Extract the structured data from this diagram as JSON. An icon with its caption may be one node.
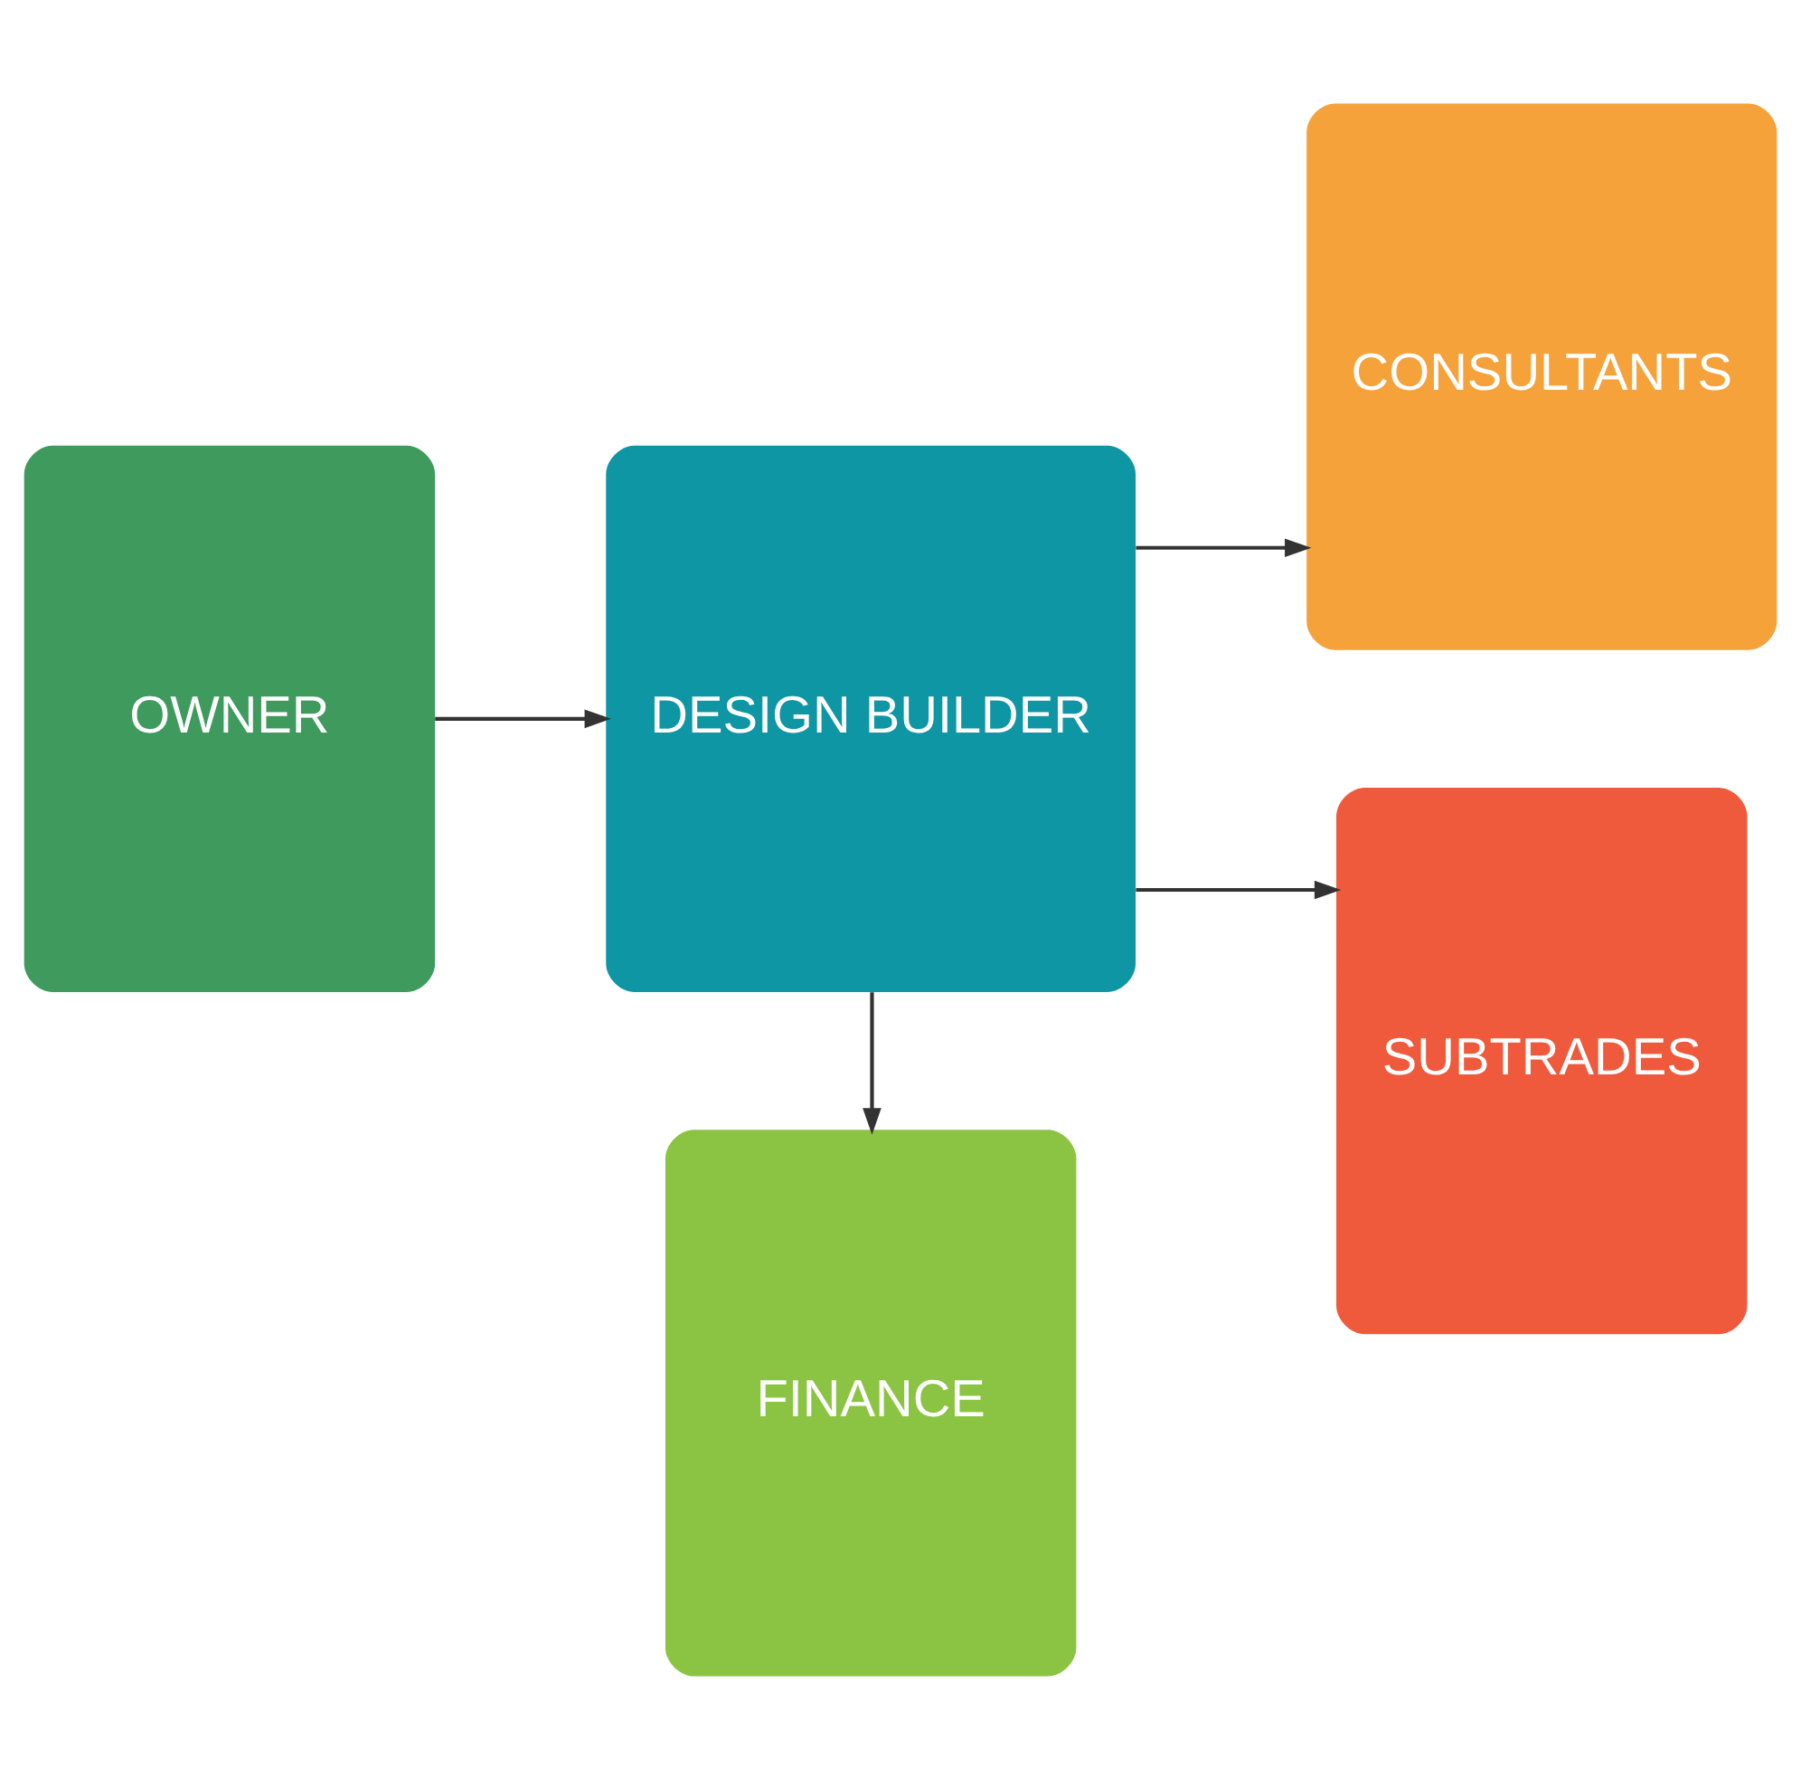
{
  "diagram": {
    "nodes": [
      {
        "text": [
          "OWNER"
        ]
      },
      {
        "text": [
          "DESIGN BUILDER"
        ]
      },
      {
        "text": [
          "FINANCE"
        ]
      },
      {
        "text": [
          "CONSULTANTS"
        ]
      },
      {
        "text": [
          "SUBTRADES"
        ]
      }
    ],
    "edges": [
      {
        "from": 0,
        "to": 1,
        "arrow": "to"
      },
      {
        "from": 1,
        "to": 2,
        "arrow": "to"
      },
      {
        "from": 1,
        "to": 3,
        "arrow": "to"
      },
      {
        "from": 1,
        "to": 4,
        "arrow": "to"
      }
    ]
  }
}
